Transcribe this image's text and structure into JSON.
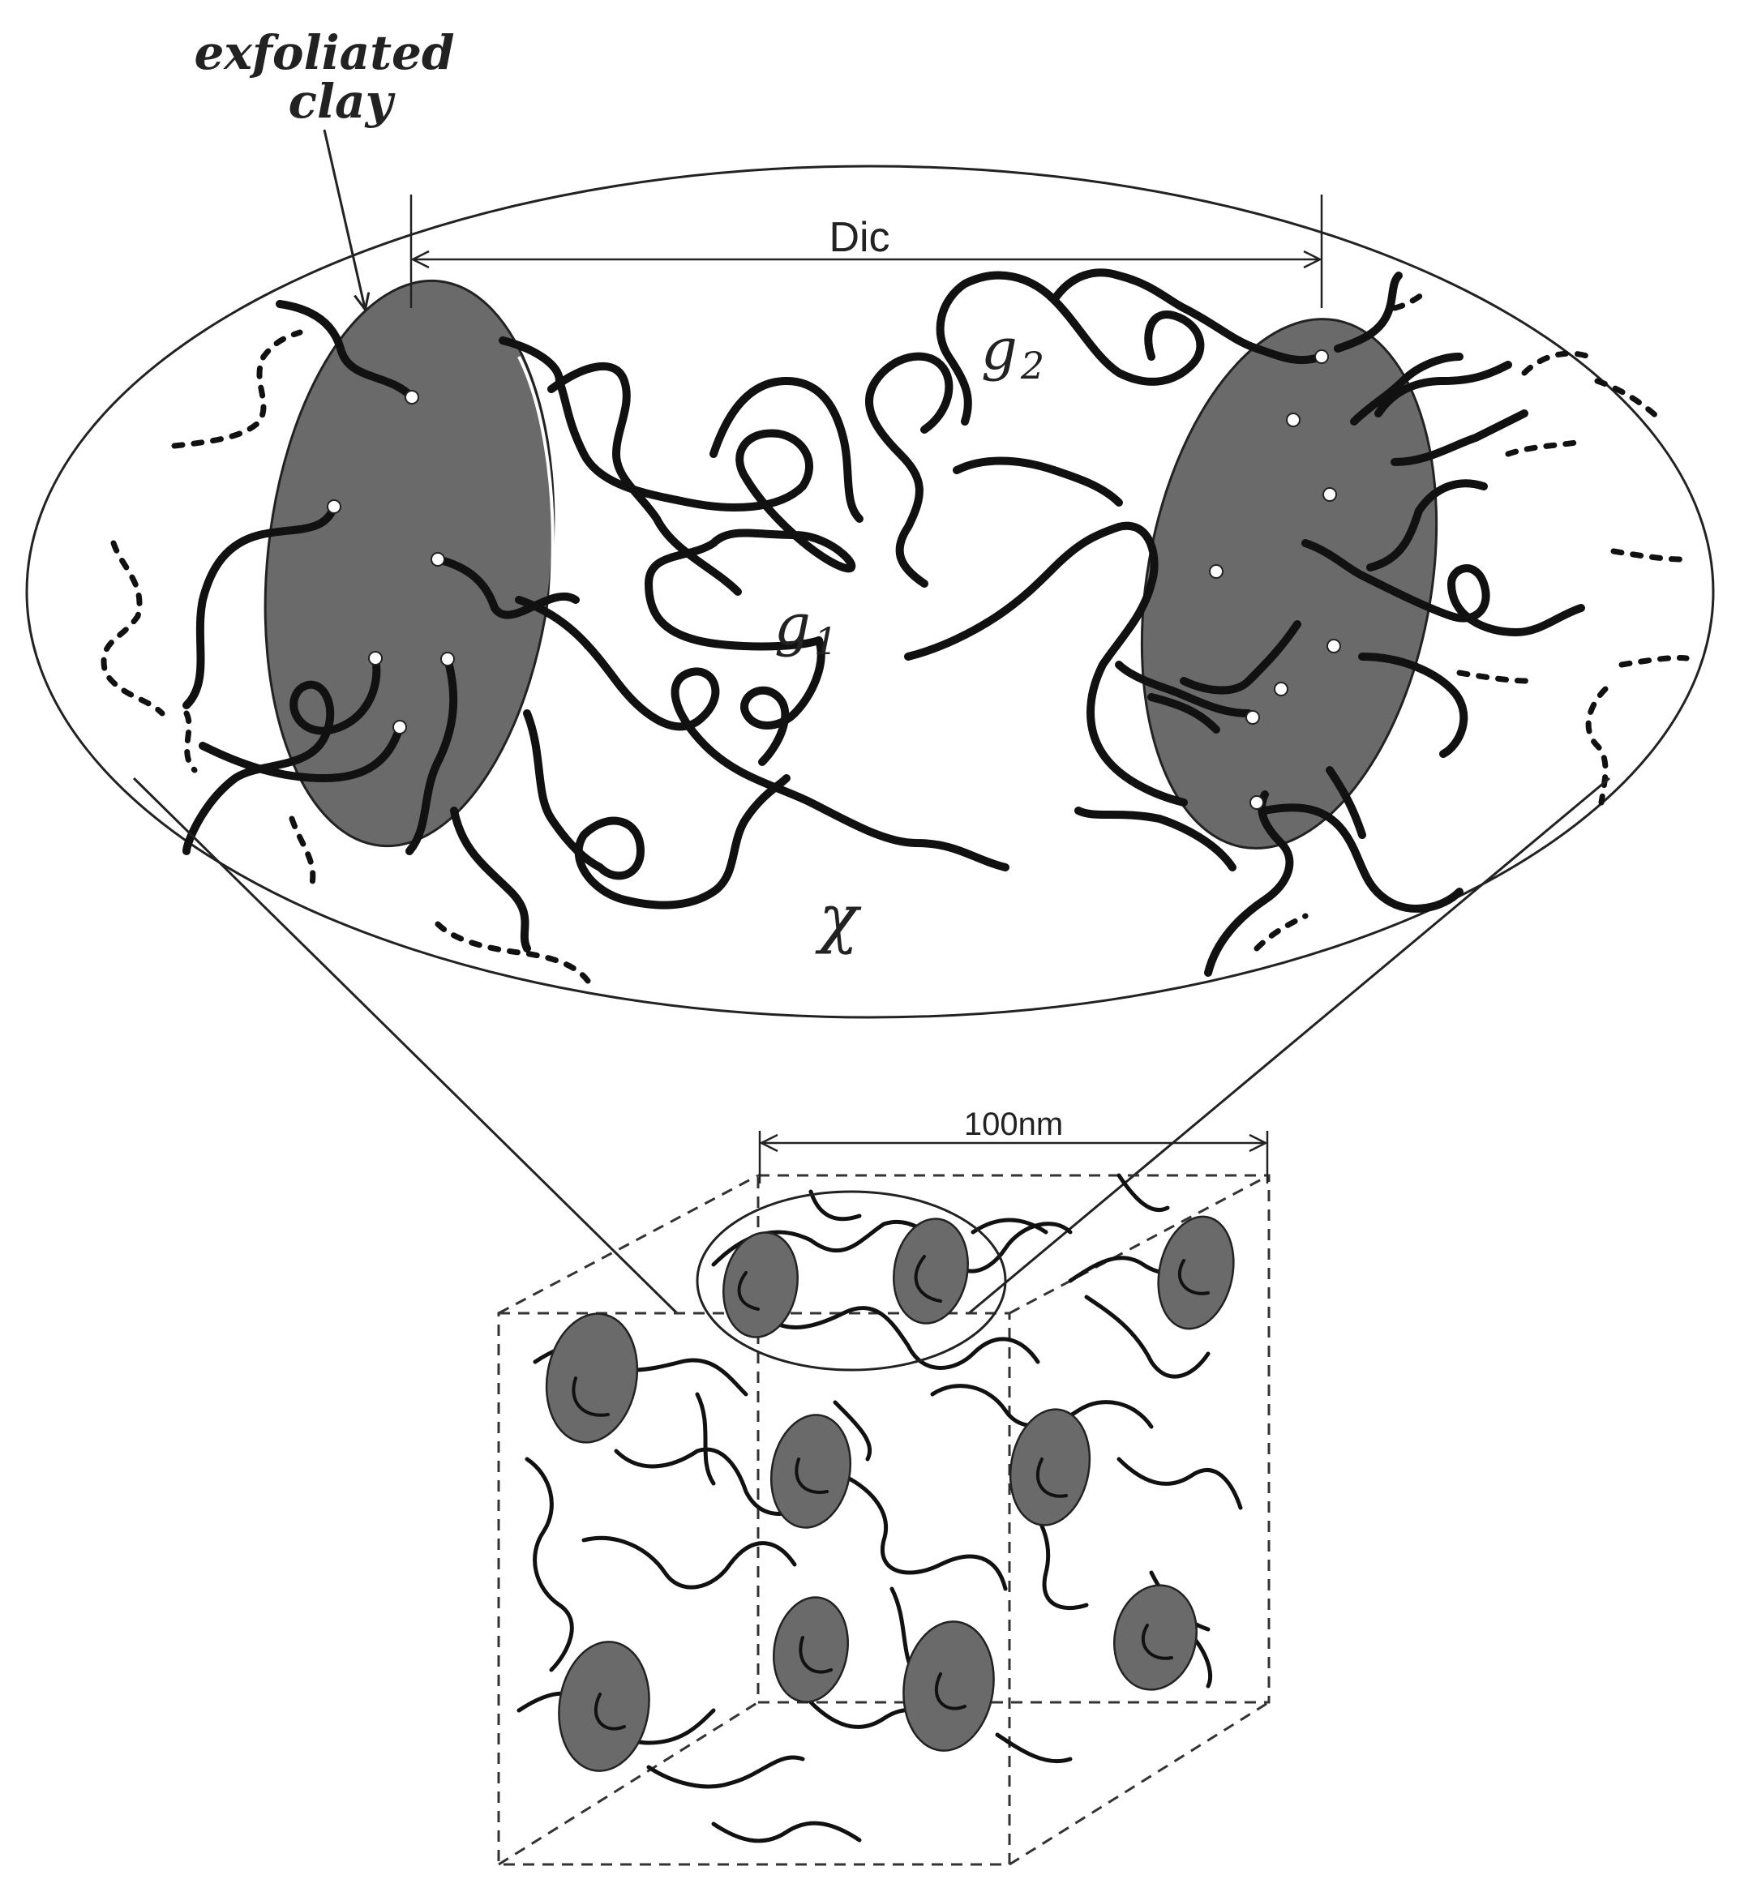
{
  "labels": {
    "exfoliated_line1": "exfoliated",
    "exfoliated_line2": "clay",
    "interclay_distance": "Dic",
    "g2": "g",
    "g2_sub": "2",
    "g1": "g",
    "g1_sub": "1",
    "chi": "χ",
    "scale": "100nm"
  },
  "colors": {
    "clay_fill": "#6a6a6a",
    "polymer_chain": "#111111",
    "outline": "#222222",
    "background": "#ffffff"
  }
}
